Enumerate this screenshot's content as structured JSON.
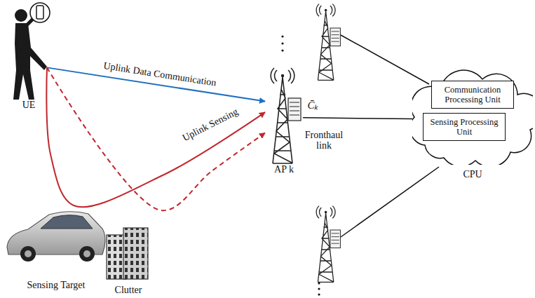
{
  "diagram": {
    "nodes": [
      {
        "text": [
          "UE"
        ]
      },
      {
        "text": [
          "Sensing Target"
        ]
      },
      {
        "text": [
          "Clutter"
        ]
      },
      {
        "text": [
          "AP k"
        ]
      },
      {
        "text": [
          "CPU"
        ]
      },
      {
        "text": [
          "Communication Processing Unit"
        ],
        "in": 4
      },
      {
        "text": [
          "Sensing Processing Unit"
        ],
        "in": 4
      }
    ],
    "edges": [
      {
        "from": 0,
        "to": 3,
        "arrow": "to",
        "label": "Uplink Data Communication"
      },
      {
        "from": 0,
        "to": 3,
        "arrow": "to",
        "label": "Uplink Sensing"
      },
      {
        "from": 0,
        "to": 3,
        "arrow": "to"
      },
      {
        "from": 3,
        "to": 4,
        "arrow": "none",
        "label": "Fronthaul link"
      }
    ],
    "labels": [
      "C̄ₖ"
    ]
  }
}
